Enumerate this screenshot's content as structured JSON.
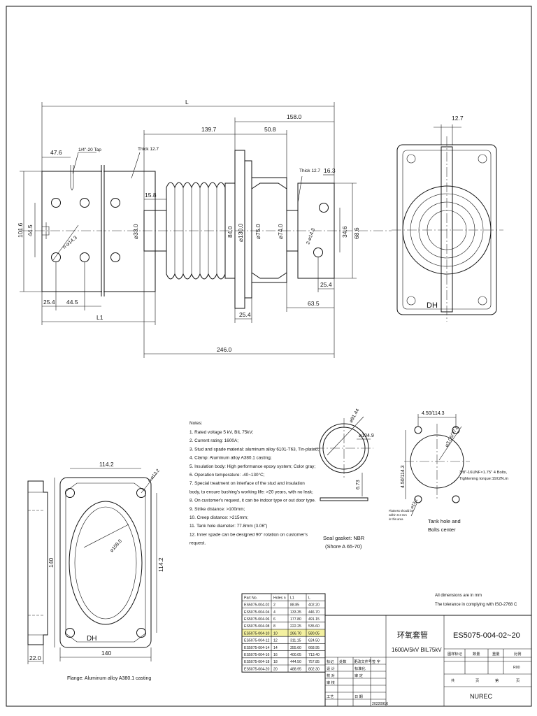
{
  "dimensions": {
    "overall_length": "L",
    "flange_length": "L1",
    "d139_7": "139.7",
    "d158": "158.0",
    "d50_8": "50.8",
    "d47_6": "47.6",
    "tap": "1/4\"-20 Tap",
    "thick_left": "Thick 12.7",
    "thick_right": "Thick 12.7",
    "d15_8": "15.8",
    "d16_3": "16.3",
    "d101_6": "101.6",
    "d44_5_v": "44.5",
    "holes_left": "n-⌀14.3",
    "dia33": "⌀33.0",
    "dia84": "84.0",
    "dia130": "⌀130.0",
    "dia75": "⌀75.0",
    "dia74": "⌀74.0",
    "holes_right": "2-⌀14.3",
    "d34_6": "34.6",
    "d68_6": "68.6",
    "d25_4_a": "25.4",
    "d44_5_h": "44.5",
    "d25_4_b": "25.4",
    "d25_4_c": "25.4",
    "d63_5": "63.5",
    "d246": "246.0",
    "d12_7_top": "12.7",
    "dh_right": "DH",
    "d114_2_top": "114.2",
    "holes_flange": "4-⌀13.2",
    "dia108": "⌀108.0",
    "d140_v": "140",
    "d114_2_v": "114.2",
    "d140_h": "140",
    "d22": "22.0",
    "dh_flange": "DH",
    "gasket_od": "⌀91.44",
    "gasket_od2": "⌀104.9",
    "gasket_t": "6.73",
    "tank_w": "4.50/114.3",
    "tank_h": "4.50/114.3",
    "tank_dia": "⌀3.06/77.8",
    "tank_bolt_dia": "⌀13.2"
  },
  "notes": {
    "title": "Notes:",
    "items": [
      "1. Rated voltage 5 kV, BIL 75kV;",
      "2. Current rating: 1600A;",
      "3.  Stud and spade material: aluminum alloy 6101-T63, Tin-plated;",
      "4. Clamp: Aluminum alloy A380.1 casting;",
      "5.  Insulation body: High performance epoxy system; Color gray;",
      "6. Operation temperature: -40~130°C;",
      "7. Special treatment on interface of the stud and insulation",
      "body, to ensure bushing's working life: >20 years, with no leak;",
      "8. On customer's request, it can be indoor type or out door type.",
      "9. Strike distance: >100mm;",
      "10. Creep distance: >215mm;",
      "11. Tank hole diameter: 77.8mm (3.06\")",
      "12. Inner spade can be designed 90° rotation on customer's",
      "request."
    ]
  },
  "gasket": {
    "caption1": "Seal gasket: NBR",
    "caption2": "(Shore A 65-70)"
  },
  "tank": {
    "bolts1": "3/8\"-16UNF×1.75\" 4 Bolts,",
    "bolts2": "Tightening torque:19±2N.m",
    "flatness1": "Flatness should be",
    "flatness2": "within 0.3 mm",
    "flatness3": "in this area",
    "caption1": "Tank hole and",
    "caption2": "Bolts center"
  },
  "flange_caption": "Flange:  Aluminum alloy A380.1 casting",
  "general": {
    "units": "All dimensions are in mm",
    "tolerance": "The tolerance in complying with ISO-2768 C"
  },
  "parts_table": {
    "headers": [
      "Part No.",
      "Holes n",
      "L1",
      "L"
    ],
    "rows": [
      [
        "ES5075-004-02",
        "2",
        "88.85",
        "402.20"
      ],
      [
        "ES5075-004-04",
        "4",
        "133.35",
        "446.70"
      ],
      [
        "ES5075-004-06",
        "6",
        "177.80",
        "491.15"
      ],
      [
        "ES5075-004-08",
        "8",
        "222.25",
        "535.60"
      ],
      [
        "ES5075-004-10",
        "10",
        "266.70",
        "580.05"
      ],
      [
        "ES5075-004-12",
        "12",
        "311.15",
        "624.50"
      ],
      [
        "ES5075-004-14",
        "14",
        "355.60",
        "668.95"
      ],
      [
        "ES5075-004-16",
        "16",
        "400.05",
        "713.40"
      ],
      [
        "ES5075-004-18",
        "18",
        "444.50",
        "757.85"
      ],
      [
        "ES5075-004-20",
        "20",
        "488.95",
        "802.30"
      ]
    ],
    "highlight_row": 4
  },
  "title_block": {
    "name_cn": "环氧套管",
    "name_sub": "1600A/5kV BIL75kV",
    "drawing_no": "ES5075-004-02~20",
    "rev": "R00",
    "company": "NUREC",
    "date": "20220916",
    "labels": [
      "标记",
      "处数",
      "更改文件号",
      "签 字",
      "日 期",
      "设 计",
      "标准化",
      "校 对",
      "审 定",
      "审 核",
      "工艺",
      "日 期"
    ],
    "right_labels": [
      "图样标记",
      "数量",
      "重量",
      "比例",
      "共",
      "页",
      "第",
      "页"
    ]
  }
}
